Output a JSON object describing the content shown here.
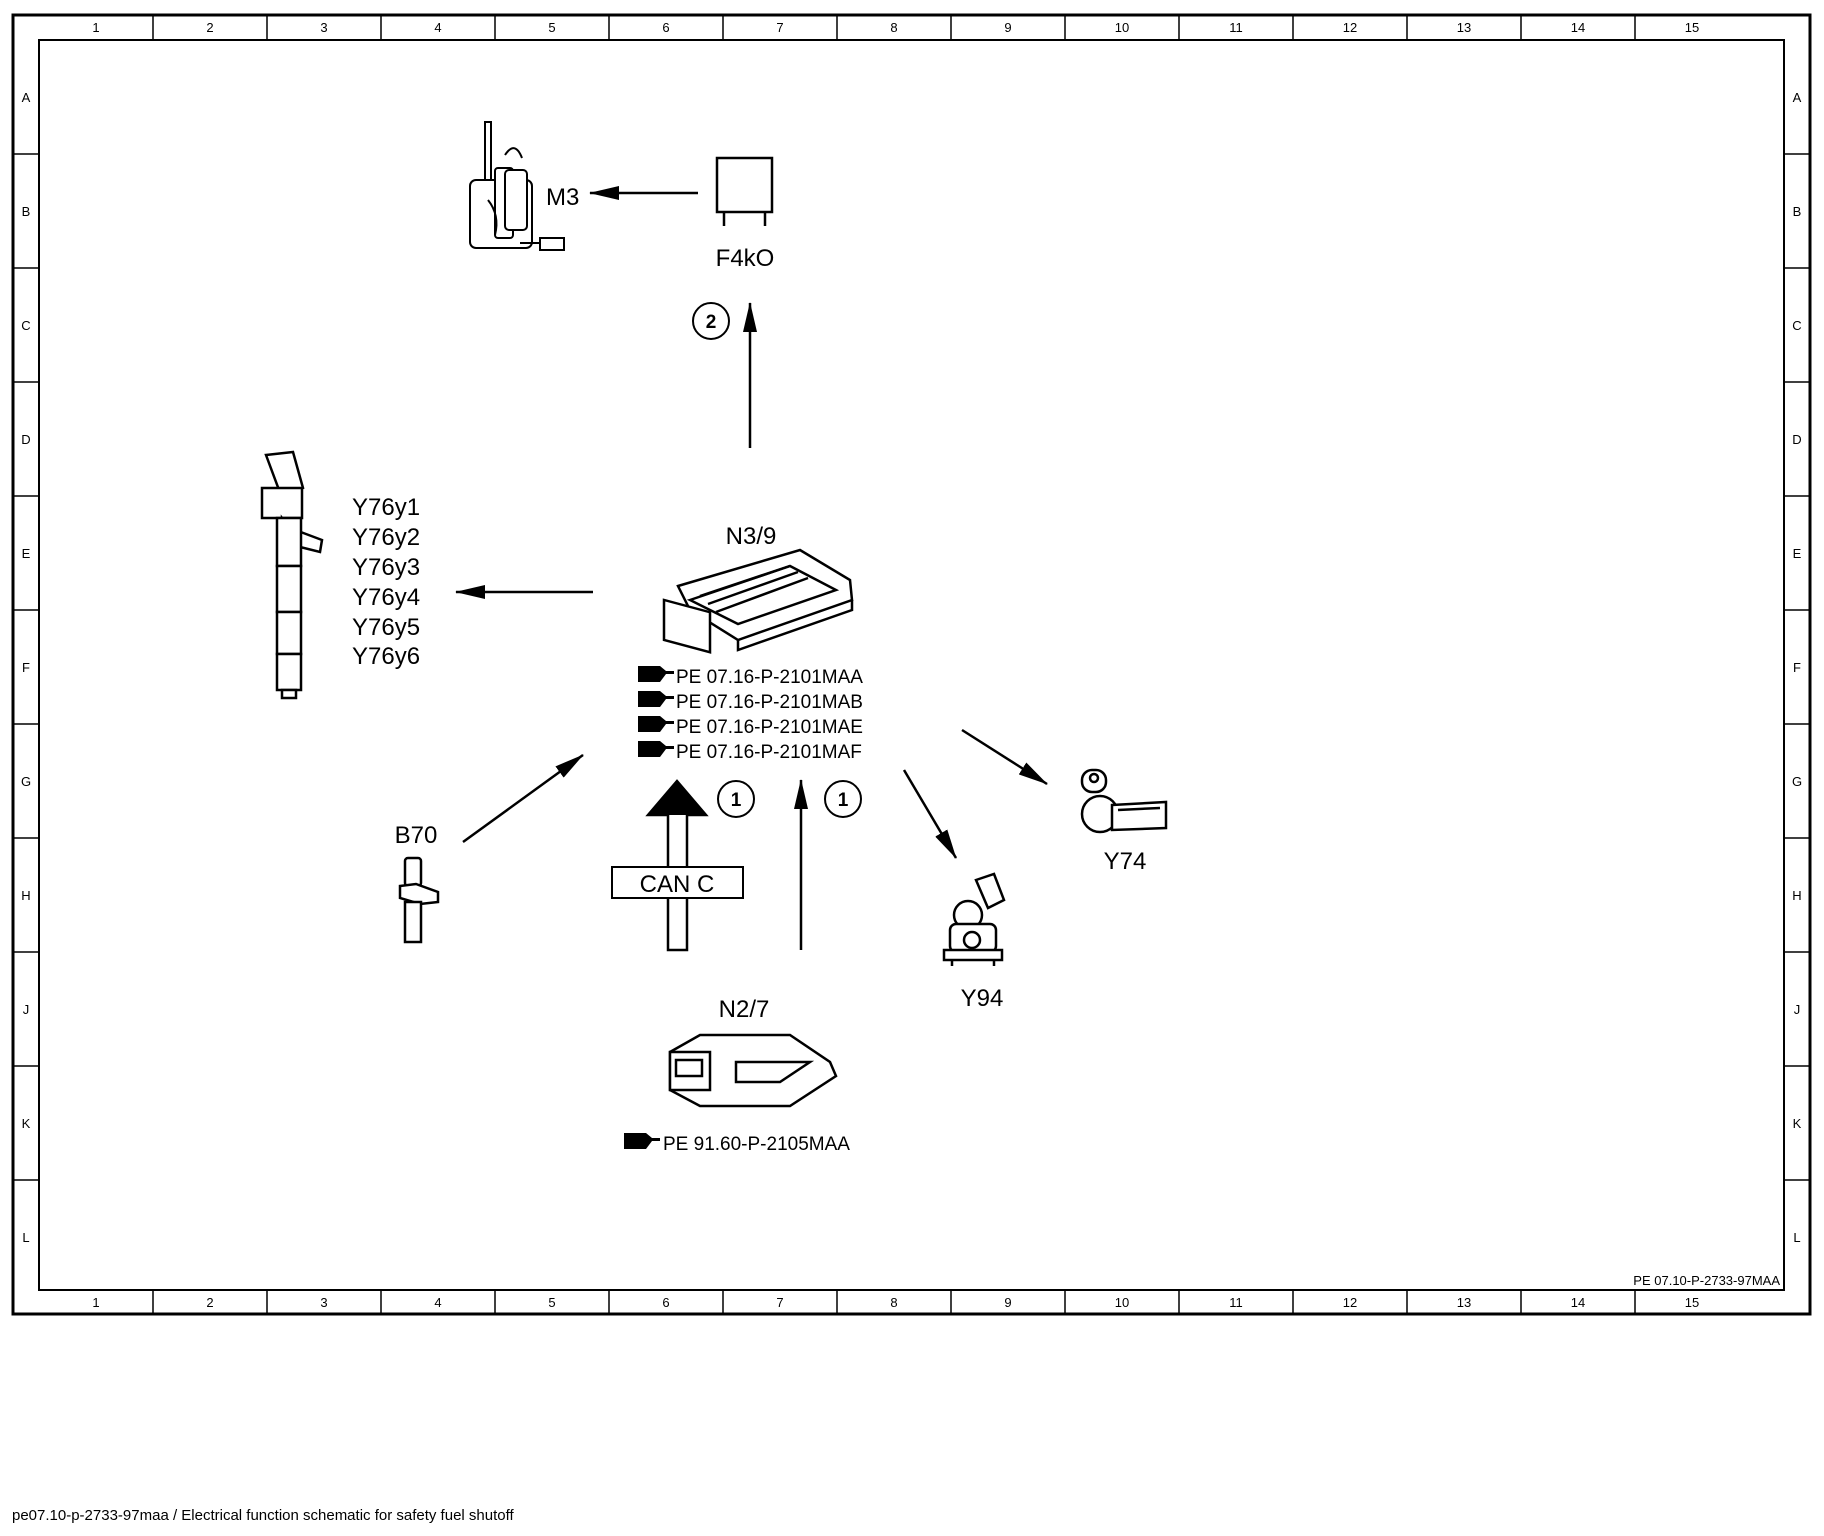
{
  "grid": {
    "columns": [
      "1",
      "2",
      "3",
      "4",
      "5",
      "6",
      "7",
      "8",
      "9",
      "10",
      "11",
      "12",
      "13",
      "14",
      "15"
    ],
    "rows": [
      "A",
      "B",
      "C",
      "D",
      "E",
      "F",
      "G",
      "H",
      "J",
      "K",
      "L"
    ]
  },
  "components": {
    "m3": "M3",
    "f4ko": "F4kO",
    "n3_9": "N3/9",
    "y76": [
      "Y76y1",
      "Y76y2",
      "Y76y3",
      "Y76y4",
      "Y76y5",
      "Y76y6"
    ],
    "b70": "B70",
    "y74": "Y74",
    "y94": "Y94",
    "n2_7": "N2/7"
  },
  "bus_label": "CAN C",
  "signal_markers": {
    "marker_2": "2",
    "marker_1a": "1",
    "marker_1b": "1"
  },
  "references": {
    "n3_9": [
      "PE 07.16-P-2101MAA",
      "PE 07.16-P-2101MAB",
      "PE 07.16-P-2101MAE",
      "PE 07.16-P-2101MAF"
    ],
    "n2_7": "PE 91.60-P-2105MAA"
  },
  "drawing_number": "PE 07.10-P-2733-97MAA",
  "caption": "pe07.10-p-2733-97maa / Electrical function schematic for safety fuel shutoff",
  "colors": {
    "ink": "#000000",
    "paper": "#ffffff"
  }
}
